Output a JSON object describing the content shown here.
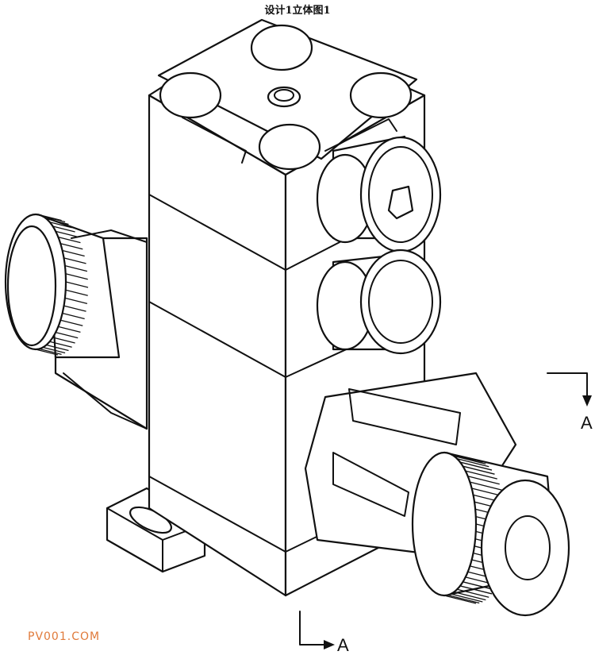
{
  "figure": {
    "title": "设计1立体图1",
    "section_label_right": "A",
    "section_label_bottom": "A",
    "watermark": "PV001.COM"
  },
  "colors": {
    "line": "#111111",
    "watermark": "#e07a3a",
    "background": "#ffffff"
  }
}
